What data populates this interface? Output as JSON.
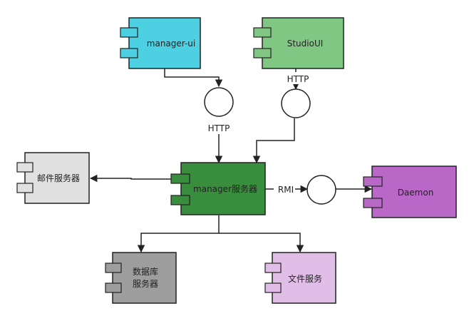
{
  "components": {
    "manager_ui": {
      "label": "manager-ui",
      "fill": "#4dd0e1"
    },
    "studio_ui": {
      "label": "StudioUI",
      "fill": "#81c784"
    },
    "mail_server": {
      "label": "邮件服务器",
      "fill": "#e0e0e0"
    },
    "manager_server": {
      "label": "manager服务器",
      "fill": "#388e3c"
    },
    "daemon": {
      "label": "Daemon",
      "fill": "#ba68c8"
    },
    "db_server": {
      "label_line1": "数据库",
      "label_line2": "服务器",
      "fill": "#9e9e9e"
    },
    "file_service": {
      "label": "文件服务",
      "fill": "#e1bee7"
    }
  },
  "connectors": {
    "manager_ui_http": "HTTP",
    "studio_ui_http": "HTTP",
    "daemon_rmi": "RMI"
  }
}
